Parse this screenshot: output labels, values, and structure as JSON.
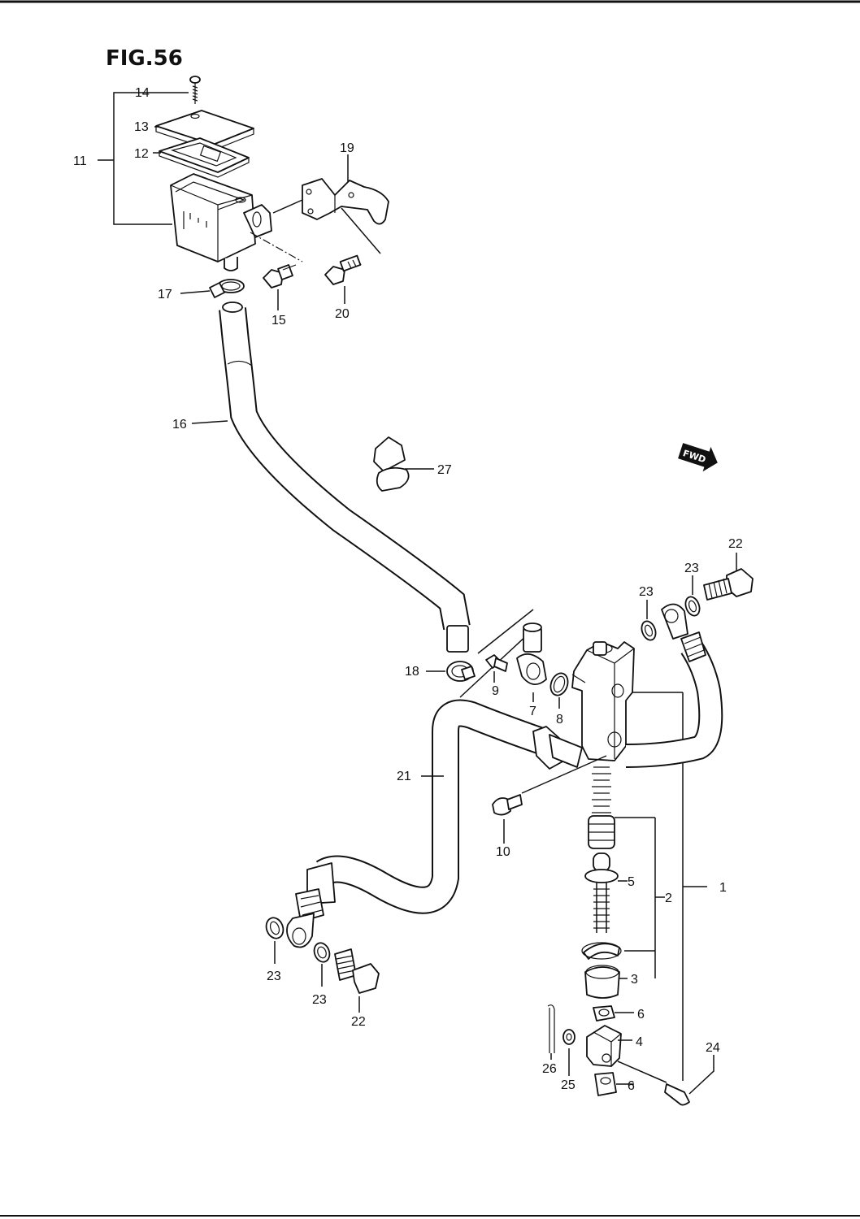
{
  "figure": {
    "title": "FIG.56",
    "direction_marker": "FWD"
  },
  "callouts": [
    {
      "id": "c1",
      "text": "1"
    },
    {
      "id": "c2",
      "text": "2"
    },
    {
      "id": "c3",
      "text": "3"
    },
    {
      "id": "c4",
      "text": "4"
    },
    {
      "id": "c5",
      "text": "5"
    },
    {
      "id": "c6a",
      "text": "6"
    },
    {
      "id": "c6b",
      "text": "6"
    },
    {
      "id": "c7",
      "text": "7"
    },
    {
      "id": "c8",
      "text": "8"
    },
    {
      "id": "c9",
      "text": "9"
    },
    {
      "id": "c10",
      "text": "10"
    },
    {
      "id": "c11",
      "text": "11"
    },
    {
      "id": "c12",
      "text": "12"
    },
    {
      "id": "c13",
      "text": "13"
    },
    {
      "id": "c14",
      "text": "14"
    },
    {
      "id": "c15",
      "text": "15"
    },
    {
      "id": "c16",
      "text": "16"
    },
    {
      "id": "c17",
      "text": "17"
    },
    {
      "id": "c18",
      "text": "18"
    },
    {
      "id": "c19",
      "text": "19"
    },
    {
      "id": "c20",
      "text": "20"
    },
    {
      "id": "c21",
      "text": "21"
    },
    {
      "id": "c22a",
      "text": "22"
    },
    {
      "id": "c22b",
      "text": "22"
    },
    {
      "id": "c23a",
      "text": "23"
    },
    {
      "id": "c23b",
      "text": "23"
    },
    {
      "id": "c23c",
      "text": "23"
    },
    {
      "id": "c23d",
      "text": "23"
    },
    {
      "id": "c24",
      "text": "24"
    },
    {
      "id": "c25",
      "text": "25"
    },
    {
      "id": "c26",
      "text": "26"
    },
    {
      "id": "c27",
      "text": "27"
    }
  ]
}
